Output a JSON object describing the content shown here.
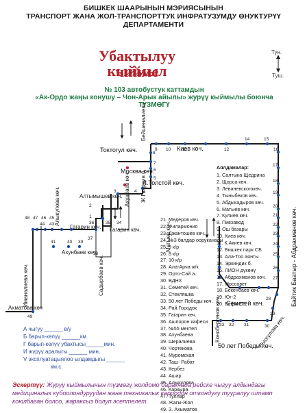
{
  "header": {
    "line1": "БИШКЕК ШААРЫНЫН МЭРИЯСЫНЫН",
    "line2": "ТРАНСПОРТ ЖАНА ЖОЛ-ТРАНСПОРТТУК ИНФРАТУЗУМДУ ӨНУКТУРҮҮ",
    "line3": "ДЕПАРТАМЕНТИ"
  },
  "title": {
    "line1": "Убактылуу кыймыл",
    "line2": "чийме"
  },
  "compass": {
    "up": "Тун.",
    "down": "Туш."
  },
  "route": {
    "line1": "№ 103  автобустук каттамдын",
    "line2": "«Ак-Ордо жаңы конушу – Чон-Арык айылы» журүү кыймылы боюнча",
    "line3": "ТҮЗМӨГҮ"
  },
  "streets": {
    "beishenalieva": "Бейшеналиева",
    "toktogul": "Токтогул көч.",
    "kiev": "Киев көч.",
    "moskva": "Москва көч.",
    "zh_gvardiya": "Ж.Гвардия б.",
    "l_tolstoy": "Л.Толстой көч.",
    "altymyshev": "Алтымышев көч.",
    "ahunbaev_v": "Ахунбаев көч.",
    "matyev": "Матыев көч.",
    "gagarin": "Гагарин көч.",
    "gagarin2": "Гагарин көч.",
    "ahunbaev_h": "Ахунбаев көч.",
    "sadyrbaev": "Садырбаев көч.",
    "aliyev": "Алыкулова көч.",
    "imanalieva": "Иманалиева көч.",
    "ahmatova": "Ахматова көч",
    "baityk": "Байтик Баатыр - Абдрахманов көч.",
    "semetey": "Семетей көч.",
    "ryskulova": "Рыскулова көч.",
    "kongbergenov": "Конобергенов көч.",
    "pobedy": "50 лет Победы көч."
  },
  "stops_left": [
    "21. Медеров көч.",
    "22. Филармония",
    "23. Джантошев көч.",
    "24. №3 балдар ооруканасы",
    "25. 9 к/р",
    "26. 8 к/р",
    "27. 10 к/р",
    "28. Ала-Арча ж/к",
    "29. Орто-Сай а.",
    "30. ВДНХ",
    "31. Семетей көч.",
    "32. Стекляшка",
    "33. 50 лет Победы көч.",
    "34. Рай.Городок",
    "35. Гагарин көч.",
    "36. Ашпорон кафеси",
    "37. №55 мектеп",
    "38. Ахунбаева",
    "39. Шералиева",
    "40. Чортекова",
    "41. Муромская",
    "42. Таш- Рабат",
    "43. Кербез",
    "44. Ашар",
    "45. Алыкулова",
    "46. Каркыра",
    "47. Туллар",
    "48. Жагы-Жол",
    "49. З. Ахыматов"
  ],
  "stops_right_title": "Аялдамалар:",
  "stops_right": [
    "1. Салтыка-Щедрина",
    "2. Щорса көч.",
    "3. Леваневскогокөч.",
    "4. Тыныбеков көч.",
    "5. Абдыкадыров көч.",
    "6. Матыев көч.",
    "7. Кулиев көч.",
    "8. Пивзавод",
    "9. Ош базары",
    "10. Киев көч.",
    "11. К.Акиев көч.",
    "12. Бишкек парк СБ",
    "13. Ала-Тоо аянты",
    "14. Эркиндик б.",
    "15. ЛИОН дүкөнү",
    "16. Абдрахманов көч.",
    "17. Моссовет",
    "18. Бекенбаев көч.",
    "19. Юг-2",
    "20. Вефа СБ"
  ],
  "legend": {
    "a": "А чыгуу ______ в/у",
    "b": "Б барып-келүү ______км.",
    "c": "Г барып-келүү убактысы______мин.",
    "d": "И жүрүү аралыгы ______ мин.",
    "e": "V эксплуатацыялоо ылдамдыгы ______",
    "e2": "км.с."
  },
  "note": {
    "label": "Эскертүү:",
    "text": " Жүрүү кыймылынын түзмөгү жолдомо баракчада рейске чыгуу алдындагы медициналык кубоолондуруудан жана техникалык кароодон откондугу тууралуу штамп коюлбаган болсо, жараксыз болуп эсептелет."
  },
  "colors": {
    "route_line": "#1a1a1a",
    "stop_dot": "#1f4fa8",
    "title_red": "#b3202a",
    "route_green": "#1e7a42",
    "legend_blue": "#2b4c9c",
    "note_purple": "#7a2a80"
  }
}
